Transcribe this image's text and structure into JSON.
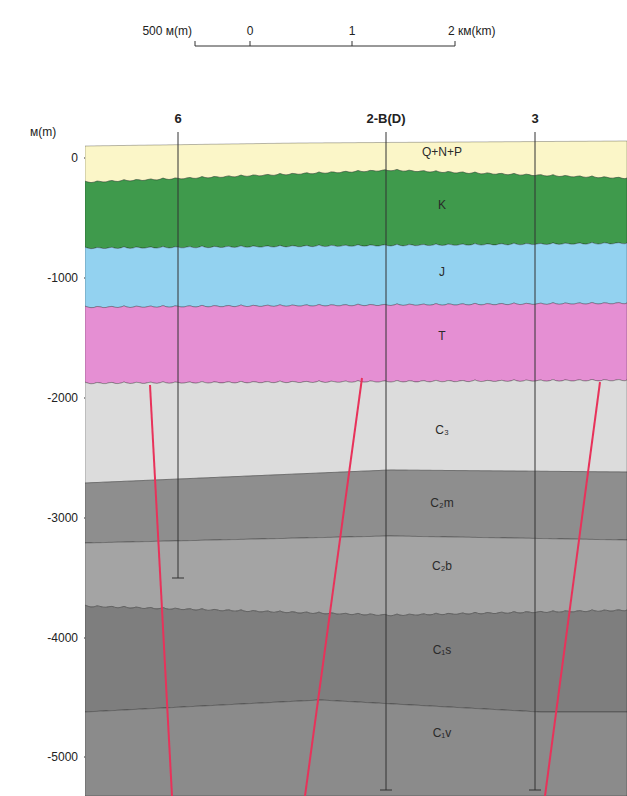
{
  "diagram": {
    "nodes": [
      {
        "text": [
          "Q+N+P"
        ]
      },
      {
        "text": [
          "K"
        ]
      },
      {
        "text": [
          "J"
        ]
      },
      {
        "text": [
          "T"
        ]
      },
      {
        "text": [
          "C₃"
        ]
      },
      {
        "text": [
          "C₂m"
        ]
      },
      {
        "text": [
          "C₂b"
        ]
      },
      {
        "text": [
          "C₁s"
        ]
      },
      {
        "text": [
          "C₁v"
        ]
      }
    ],
    "labels": [
      "500 м(m)",
      "0",
      "1",
      "2 км(km)",
      "6",
      "2-В(D)",
      "3",
      "м(m)",
      "0",
      "-1000",
      "-2000",
      "-3000",
      "-4000",
      "-5000"
    ]
  }
}
